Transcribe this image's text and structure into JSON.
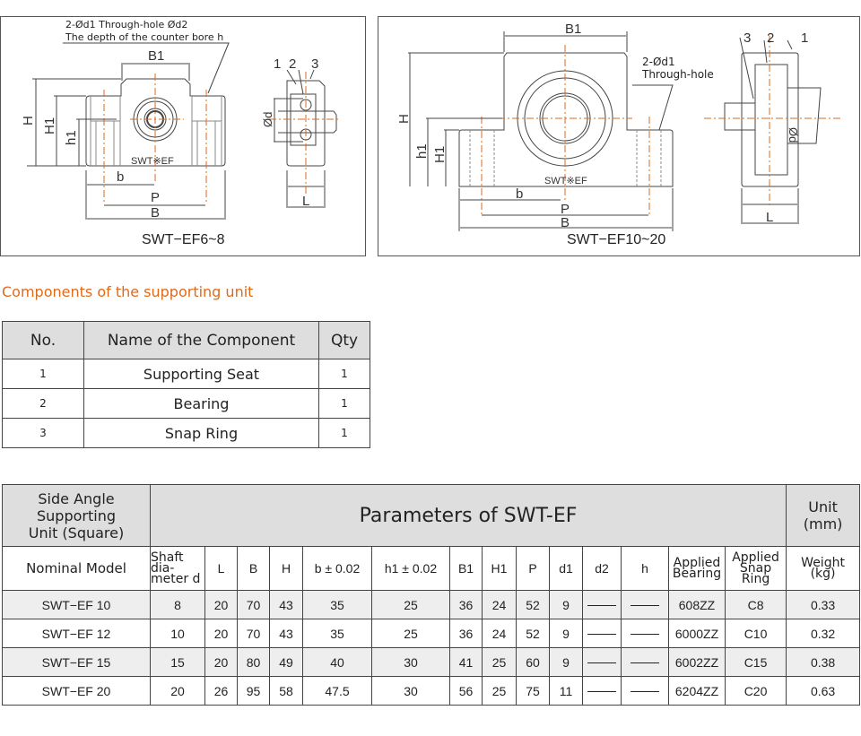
{
  "drawings": {
    "small": {
      "caption": "SWT−EF6~8",
      "note_line1": "2-Ød1 Through-hole Ød2",
      "note_line2": "The depth of the counter bore h",
      "labels": {
        "B1": "B1",
        "H": "H",
        "H1": "H1",
        "h1": "h1",
        "b": "b",
        "P": "P",
        "B": "B",
        "d": "Ød",
        "L": "L",
        "n1": "1",
        "n2": "2",
        "n3": "3",
        "mark": "SWT※EF"
      }
    },
    "large": {
      "caption": "SWT−EF10~20",
      "note_line1": "2-Ød1",
      "note_line2": "Through-hole",
      "labels": {
        "B1": "B1",
        "H": "H",
        "H1": "H1",
        "h1": "h1",
        "b": "b",
        "P": "P",
        "B": "B",
        "d": "Ød",
        "L": "L",
        "n1": "1",
        "n2": "2",
        "n3": "3",
        "mark": "SWT※EF"
      }
    }
  },
  "components": {
    "heading": "Components of the supporting unit",
    "headers": [
      "No.",
      "Name of the Component",
      "Qty"
    ],
    "rows": [
      [
        "1",
        "Supporting Seat",
        "1"
      ],
      [
        "2",
        "Bearing",
        "1"
      ],
      [
        "3",
        "Snap Ring",
        "1"
      ]
    ]
  },
  "params": {
    "corner_line1": "Side Angle",
    "corner_line2": "Supporting",
    "corner_line3": "Unit (Square)",
    "title": "Parameters of  SWT-EF",
    "unit_line1": "Unit",
    "unit_line2": "(mm)",
    "headers": [
      "Nominal Model",
      "Shaft dia-",
      "meter d",
      "L",
      "B",
      "H",
      "b ± 0.02",
      "h1 ± 0.02",
      "B1",
      "H1",
      "P",
      "d1",
      "d2",
      "h",
      "Applied",
      "Bearing",
      "Applied",
      "Snap Ring",
      "Weight",
      "(kg)"
    ],
    "rows": [
      [
        "SWT−EF 10",
        "8",
        "20",
        "70",
        "43",
        "35",
        "25",
        "36",
        "24",
        "52",
        "9",
        "——",
        "——",
        "608ZZ",
        "C8",
        "0.33"
      ],
      [
        "SWT−EF 12",
        "10",
        "20",
        "70",
        "43",
        "35",
        "25",
        "36",
        "24",
        "52",
        "9",
        "——",
        "——",
        "6000ZZ",
        "C10",
        "0.32"
      ],
      [
        "SWT−EF 15",
        "15",
        "20",
        "80",
        "49",
        "40",
        "30",
        "41",
        "25",
        "60",
        "9",
        "——",
        "——",
        "6002ZZ",
        "C15",
        "0.38"
      ],
      [
        "SWT−EF 20",
        "20",
        "26",
        "95",
        "58",
        "47.5",
        "30",
        "56",
        "25",
        "75",
        "11",
        "——",
        "——",
        "6204ZZ",
        "C20",
        "0.63"
      ]
    ]
  },
  "colors": {
    "heading": "#e06a1a",
    "centerline": "#e06a1a",
    "header_bg": "#dedede",
    "alt_row_bg": "#eeeeee"
  }
}
